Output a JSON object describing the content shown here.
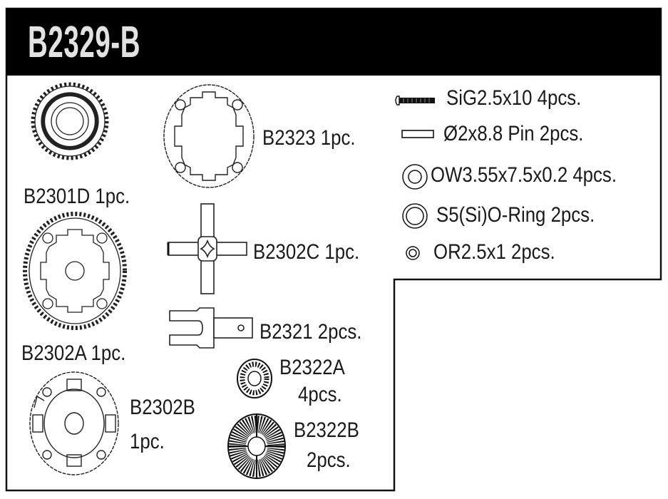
{
  "header": {
    "title": "B2329-B",
    "background": "#000000",
    "title_color": "#e2e2e2"
  },
  "parts": [
    {
      "id": "B2301D",
      "qty": "1pc.",
      "label": "B2301D 1pc.",
      "icon": "spur-gear-small-icon"
    },
    {
      "id": "B2302A",
      "qty": "1pc.",
      "label": "B2302A 1pc.",
      "icon": "ring-gear-large-icon"
    },
    {
      "id": "B2302B",
      "qty": "1pc.",
      "label_line1": "B2302B",
      "label_line2": "1pc.",
      "icon": "diff-case-icon"
    },
    {
      "id": "B2323",
      "qty": "1pc.",
      "label": "B2323 1pc.",
      "icon": "diff-cover-icon"
    },
    {
      "id": "B2302C",
      "qty": "1pc.",
      "label": "B2302C 1pc.",
      "icon": "cross-shaft-icon"
    },
    {
      "id": "B2321",
      "qty": "2pcs.",
      "label": "B2321 2pcs.",
      "icon": "outdrive-icon"
    },
    {
      "id": "B2322A",
      "qty": "4pcs.",
      "label_line1": "B2322A",
      "label_line2": "4pcs.",
      "icon": "bevel-gear-small-icon"
    },
    {
      "id": "B2322B",
      "qty": "2pcs.",
      "label_line1": "B2322B",
      "label_line2": "2pcs.",
      "icon": "bevel-gear-large-icon"
    }
  ],
  "hardware": [
    {
      "label": "SiG2.5x10 4pcs.",
      "icon": "screw-icon"
    },
    {
      "label": "Ø2x8.8 Pin 2pcs.",
      "icon": "pin-icon"
    },
    {
      "label": "OW3.55x7.5x0.2 4pcs.",
      "icon": "washer-icon"
    },
    {
      "label": "S5(Si)O-Ring 2pcs.",
      "icon": "o-ring-large-icon"
    },
    {
      "label": "OR2.5x1 2pcs.",
      "icon": "o-ring-small-icon"
    }
  ]
}
